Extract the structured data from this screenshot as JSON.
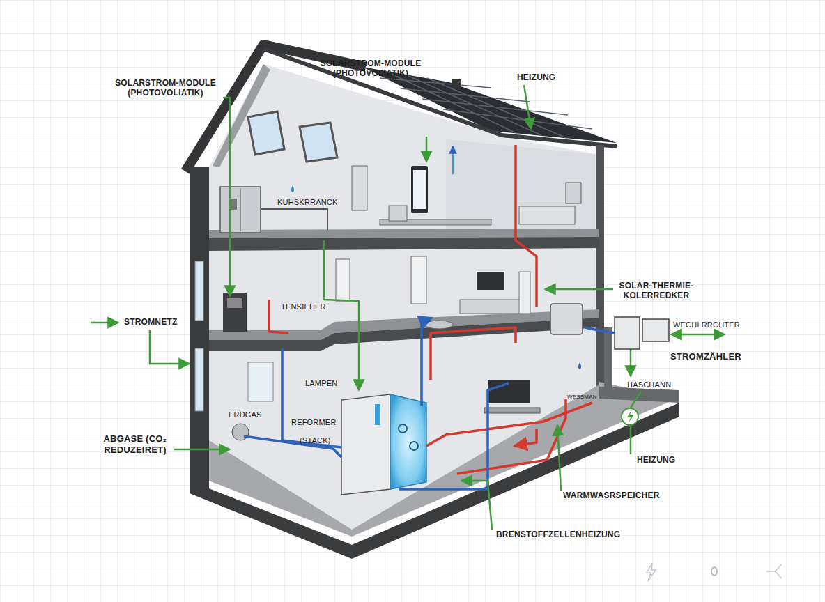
{
  "diagram": {
    "labels": [
      "SOLARSTROM-MODULE (PHOTOVOLIATIK)",
      "HEIZUNG",
      "SOLARSTROM-MODULE (PHOTOVOLIATIK)",
      "KÜHSKRRANCK",
      "SOLAR-THERMIE- KOLERREDKER",
      "TENSIEHER",
      "STROMNETZ",
      "WECHLRRCHTER",
      "STROMZÄHLER",
      "LAMPEN",
      "HASCHANN",
      "WESSMAN",
      "ERDGAS",
      "REFORMER",
      "(STACK)",
      "ABGASE (CO₂ REDUZEIRET)",
      "HEIZUNG",
      "WARMWASRSPEICHER",
      "BRENSTOFFZELLENHEIZUNG"
    ]
  }
}
